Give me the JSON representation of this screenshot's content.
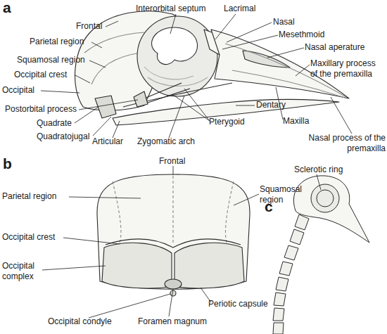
{
  "diagram": {
    "labels": [
      "a",
      "Interorbital septum",
      "Lacrimal",
      "Nasal",
      "Frontal",
      "Mesethmoid",
      "Parietal region",
      "Nasal aperature",
      "Squamosal region",
      "Maxillary process of the premaxilla",
      "Occipital crest",
      "Occipital",
      "Postorbital process",
      "Dentary",
      "Maxilla",
      "Nasal process of the premaxilla",
      "Quadrate",
      "Quadratojugal",
      "Articular",
      "Pterygoid",
      "Zygomatic arch",
      "b",
      "Frontal",
      "Parietal region",
      "Squamosal region",
      "Occipital crest",
      "Occipital complex",
      "Periotic capsule",
      "Occipital condyle",
      "Foramen magnum",
      "c",
      "Sclerotic ring"
    ]
  }
}
